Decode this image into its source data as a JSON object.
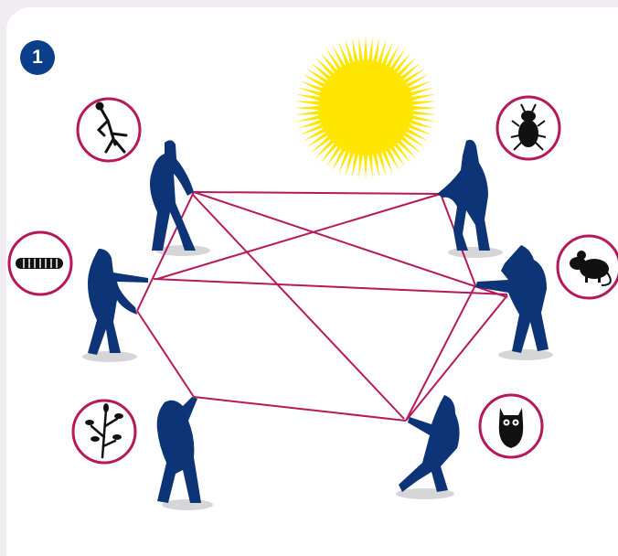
{
  "step": {
    "number": "1"
  },
  "colors": {
    "badge": "#0b3f8a",
    "figure": "#0d3476",
    "rope": "#b6195a",
    "sun": "#ffe600",
    "circle_border": "#b6195a",
    "animal": "#111111",
    "background": "#f1ecf2",
    "panel": "#ffffff"
  },
  "diagram": {
    "organisms": [
      {
        "icon": "mantis-icon"
      },
      {
        "icon": "beetle-icon"
      },
      {
        "icon": "caterpillar-icon"
      },
      {
        "icon": "mouse-icon"
      },
      {
        "icon": "plant-icon"
      },
      {
        "icon": "owl-icon"
      }
    ],
    "people": [
      {
        "role": "person-top-left"
      },
      {
        "role": "person-top-right"
      },
      {
        "role": "person-middle-left"
      },
      {
        "role": "person-middle-right"
      },
      {
        "role": "person-bottom-left"
      },
      {
        "role": "person-bottom-right"
      }
    ],
    "sun_icon": "sun-icon"
  }
}
